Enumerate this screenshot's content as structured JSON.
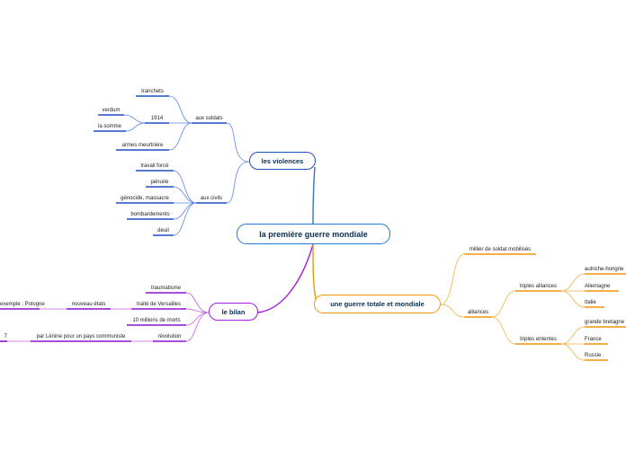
{
  "central": {
    "label": "la première guerre mondiale",
    "color": "#1f78d6"
  },
  "branches": {
    "violences": {
      "label": "les violences",
      "color": "#3b6fe0",
      "soldats": {
        "label": "aux soldats",
        "tranchets": "tranchets",
        "y1914": "1914",
        "verdum": "verdum",
        "somme": "la somme",
        "armes": "armes meurtrière"
      },
      "civils": {
        "label": "aux civils",
        "travail": "travail forcé",
        "penurie": "pénurie",
        "genocide": "génocide, massacre",
        "bombardements": "bombardements",
        "deuil": "deuil"
      }
    },
    "bilan": {
      "label": "le bilan",
      "color": "#a31ee0",
      "traumatisme": "traumatisme",
      "traite": "traité de Versailles",
      "nouveaux": "nouveau états",
      "exemple": "exemple : Pologne",
      "morts": "10 millions de morts",
      "revolution": "révolution",
      "lenine": "par Lénine pour un pays communiste",
      "annee": "7"
    },
    "guerre": {
      "label": "une guerre totale et mondiale",
      "color": "#f0960a",
      "millier": "millier de soldat mobilisés",
      "alliances": {
        "label": "alliances",
        "triples_alliances": {
          "label": "triples alliances",
          "autriche": "autriche-hongrie",
          "allemagne": "Allemagne",
          "italie": "Italie"
        },
        "triples_ententes": {
          "label": "triples ententes",
          "gb": "grande bretagne",
          "france": "France",
          "russie": "Russie"
        }
      }
    }
  }
}
